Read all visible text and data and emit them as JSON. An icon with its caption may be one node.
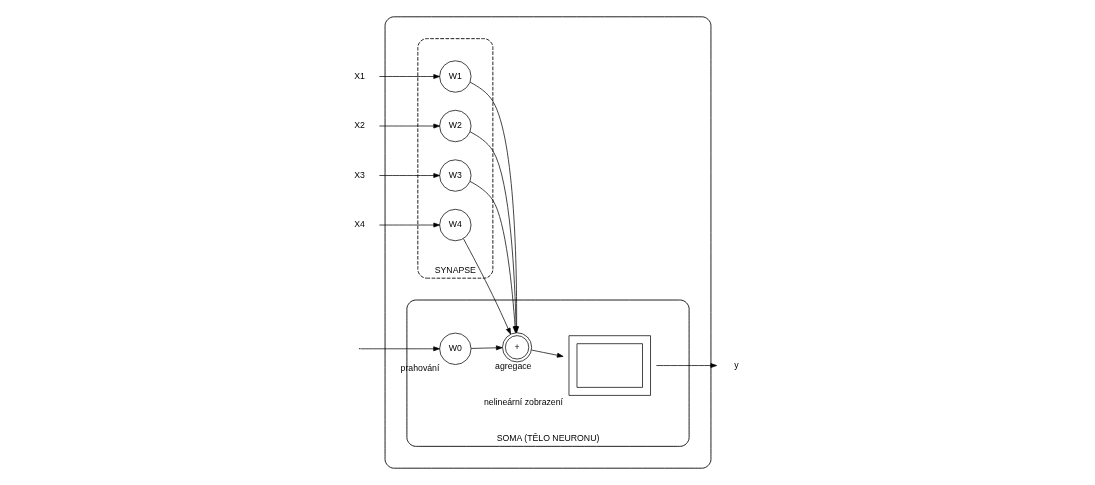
{
  "diagram": {
    "nodes": [
      {
        "text": [
          "X1"
        ]
      },
      {
        "text": [
          "X2"
        ]
      },
      {
        "text": [
          "X3"
        ]
      },
      {
        "text": [
          "X4"
        ]
      },
      {
        "text": [],
        "shape": "ellipse"
      },
      {
        "text": [
          "SYNAPSE"
        ],
        "in": 4
      },
      {
        "text": [
          "W1"
        ],
        "in": 5
      },
      {
        "text": [
          "W2"
        ],
        "in": 5
      },
      {
        "text": [
          "W3"
        ],
        "in": 5
      },
      {
        "text": [
          "W4"
        ],
        "in": 5
      },
      {
        "text": [
          "SOMA (TĚLO NEURONU)"
        ],
        "in": 4
      },
      {
        "text": [
          "W0"
        ],
        "beside": [
          "prahování"
        ],
        "in": 10
      },
      {
        "text": [
          "+"
        ],
        "beside": [
          "agregace"
        ],
        "in": 10
      },
      {
        "text": [],
        "shape": "box",
        "beside": [
          "nelineární zobrazení"
        ],
        "in": 10
      },
      {
        "text": [
          "y"
        ]
      }
    ],
    "edges": [
      {
        "from": 0,
        "to": 6,
        "arrow": "to"
      },
      {
        "from": 1,
        "to": 7,
        "arrow": "to"
      },
      {
        "from": 2,
        "to": 8,
        "arrow": "to"
      },
      {
        "from": 3,
        "to": 9,
        "arrow": "to"
      },
      {
        "from": 6,
        "to": 12,
        "arrow": "to"
      },
      {
        "from": 7,
        "to": 12,
        "arrow": "to"
      },
      {
        "from": 8,
        "to": 12,
        "arrow": "to"
      },
      {
        "from": 9,
        "to": 12,
        "arrow": "to"
      },
      {
        "from": null,
        "to": 11,
        "arrow": "to"
      },
      {
        "from": 11,
        "to": 12,
        "arrow": "to"
      },
      {
        "from": 12,
        "to": 13,
        "arrow": "to"
      },
      {
        "from": 13,
        "to": 14,
        "arrow": "to"
      }
    ]
  }
}
